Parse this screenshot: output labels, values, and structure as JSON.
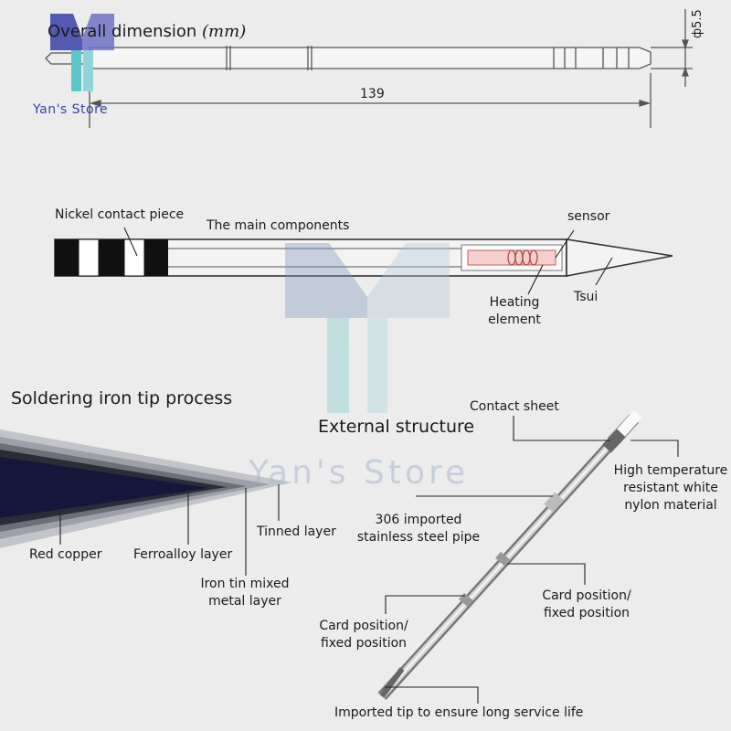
{
  "brand": {
    "name": "Yan's Store",
    "primary_color": "#3a3fa8",
    "accent_color": "#5cc6c9"
  },
  "overall": {
    "title": "Overall dimension",
    "unit": "(mm)",
    "length": "139",
    "diameter": "ф5.5"
  },
  "components": {
    "heading": "The main components",
    "nickel": "Nickel contact piece",
    "sensor": "sensor",
    "heating_line1": "Heating",
    "heating_line2": "element",
    "tsui": "Tsui"
  },
  "process": {
    "heading": "Soldering iron tip process",
    "red_copper": "Red copper",
    "ferroalloy": "Ferroalloy layer",
    "mixed_line1": "Iron tin mixed",
    "mixed_line2": "metal layer",
    "tinned": "Tinned layer"
  },
  "external": {
    "heading": "External structure",
    "contact_sheet": "Contact sheet",
    "nylon_line1": "High temperature",
    "nylon_line2": "resistant white",
    "nylon_line3": "nylon material",
    "pipe_line1": "306 imported",
    "pipe_line2": "stainless steel pipe",
    "card_right_line1": "Card position/",
    "card_right_line2": "fixed position",
    "card_left_line1": "Card position/",
    "card_left_line2": "fixed position",
    "imported_tip": "Imported tip to ensure long service life"
  },
  "watermark": {
    "text": "Yan's Store"
  }
}
